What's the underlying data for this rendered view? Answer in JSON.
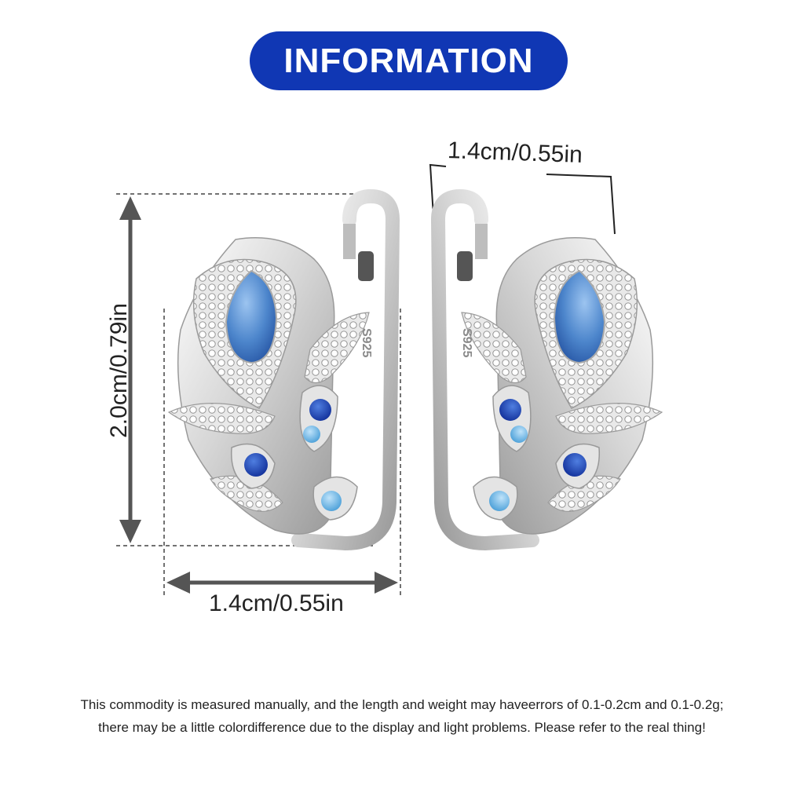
{
  "header": {
    "title": "INFORMATION"
  },
  "dimensions": {
    "height_label": "2.0cm/0.79in",
    "width_label_bottom": "1.4cm/0.55in",
    "width_label_top": "1.4cm/0.55in"
  },
  "product": {
    "stamp": "S925"
  },
  "disclaimer": {
    "line1": "This commodity is measured manually, and the length and weight may haveerrors of 0.1-0.2cm and 0.1-0.2g;",
    "line2": "there may be a little colordifference due to the display and light problems. Please refer to the real thing!"
  },
  "colors": {
    "header_bg": "#1037b4",
    "gem_blue": "#4d86cc",
    "gem_dark_blue": "#1f47b8",
    "gem_light_blue": "#6fb6e6",
    "silver": "#dcdcdc"
  }
}
